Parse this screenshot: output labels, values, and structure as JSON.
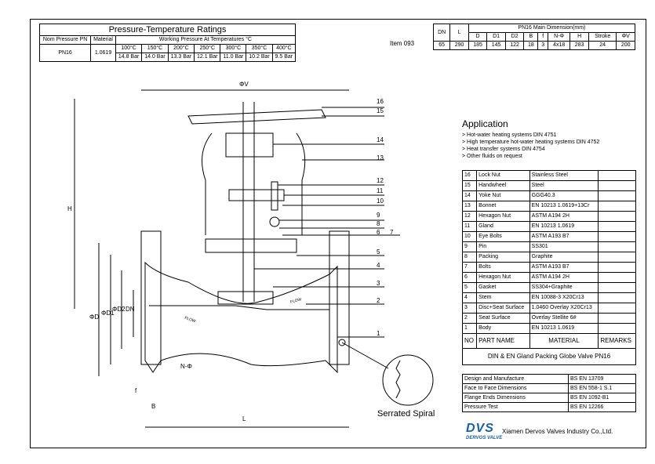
{
  "pt_table": {
    "title": "Pressure-Temperature Ratings",
    "col_nom": "Nom Pressure PN",
    "col_mat": "Material",
    "col_wp": "Working Pressure At Temperatures °C",
    "pn": "PN16",
    "material": "1.0619",
    "temps": [
      "100°C",
      "150°C",
      "200°C",
      "250°C",
      "300°C",
      "350°C",
      "400°C"
    ],
    "pressures": [
      "14.8 Bar",
      "14.0 Bar",
      "13.3 Bar",
      "12.1 Bar",
      "11.0 Bar",
      "10.2 Bar",
      "9.5 Bar"
    ]
  },
  "item": "Item 093",
  "dim_table": {
    "h_dn": "DN",
    "h_l": "L",
    "title": "PN16 Main Dimension(mm)",
    "cols": [
      "D",
      "D1",
      "D2",
      "B",
      "f",
      "N-Φ",
      "H",
      "Stroke",
      "ΦV"
    ],
    "values": [
      "65",
      "290",
      "185",
      "145",
      "122",
      "18",
      "3",
      "4x18",
      "283",
      "24",
      "200"
    ]
  },
  "application": {
    "title": "Application",
    "items": [
      "Hot-water heating systems DIN 4751",
      "High temperature hot-water heating systems DIN 4752",
      "Heat transfer systems DIN 4754",
      "Other fluids on request"
    ]
  },
  "parts": [
    {
      "no": "16",
      "name": "Lock Nut",
      "material": "Stainless Steel"
    },
    {
      "no": "15",
      "name": "Handwheel",
      "material": "Steel"
    },
    {
      "no": "14",
      "name": "Yoke Nut",
      "material": "GGG40.3"
    },
    {
      "no": "13",
      "name": "Bonnet",
      "material": "EN 10213 1.0619+13Cr"
    },
    {
      "no": "12",
      "name": "Hexagon Nut",
      "material": "ASTM A194 2H"
    },
    {
      "no": "11",
      "name": "Gland",
      "material": "EN 10213 1.0619"
    },
    {
      "no": "10",
      "name": "Eye Bolts",
      "material": "ASTM A193 B7"
    },
    {
      "no": "9",
      "name": "Pin",
      "material": "SS301"
    },
    {
      "no": "8",
      "name": "Packing",
      "material": "Graphite"
    },
    {
      "no": "7",
      "name": "Bolts",
      "material": "ASTM A193 B7"
    },
    {
      "no": "6",
      "name": "Hexagon Nut",
      "material": "ASTM A194 2H"
    },
    {
      "no": "5",
      "name": "Gasket",
      "material": "SS304+Graphite"
    },
    {
      "no": "4",
      "name": "Stem",
      "material": "EN 10088-3 X20Cr13"
    },
    {
      "no": "3",
      "name": "Disc+Seat Surface",
      "material": "1.0460 Overlay X20Cr13"
    },
    {
      "no": "2",
      "name": "Seat Surface",
      "material": "Overlay Stellite 6#"
    },
    {
      "no": "1",
      "name": "Body",
      "material": "EN 10213 1.0619"
    }
  ],
  "parts_header": {
    "no": "NO",
    "name": "PART NAME",
    "material": "MATERIAL",
    "remarks": "REMARKS"
  },
  "valve_title": "DIN & EN Gland Packing Globe Valve PN16",
  "standards": [
    {
      "name": "Design and Manufacture",
      "std": "BS EN 13709"
    },
    {
      "name": "Face to Face Dimensions",
      "std": "BS EN 558-1 S.1"
    },
    {
      "name": "Flange Ends Dimensions",
      "std": "BS EN 1092-B1"
    },
    {
      "name": "Pressure Test",
      "std": "BS EN 12266"
    }
  ],
  "brand": {
    "logo": "DVS",
    "sub": "DERVOS VALVE",
    "company": "Xiamen Dervos Valves Industry Co.,Ltd."
  },
  "drawing": {
    "v": "ΦV",
    "h": "H",
    "d": "ΦD",
    "d1": "ΦD1",
    "d2": "ΦD2",
    "dn": "DN",
    "np": "N-Φ",
    "f": "f",
    "b": "B",
    "l": "L",
    "flow": "FLOW",
    "serrated": "Serrated Spiral",
    "callouts": [
      "16",
      "15",
      "14",
      "13",
      "12",
      "11",
      "10",
      "9",
      "8",
      "6",
      "7",
      "5",
      "4",
      "3",
      "2",
      "1"
    ]
  }
}
